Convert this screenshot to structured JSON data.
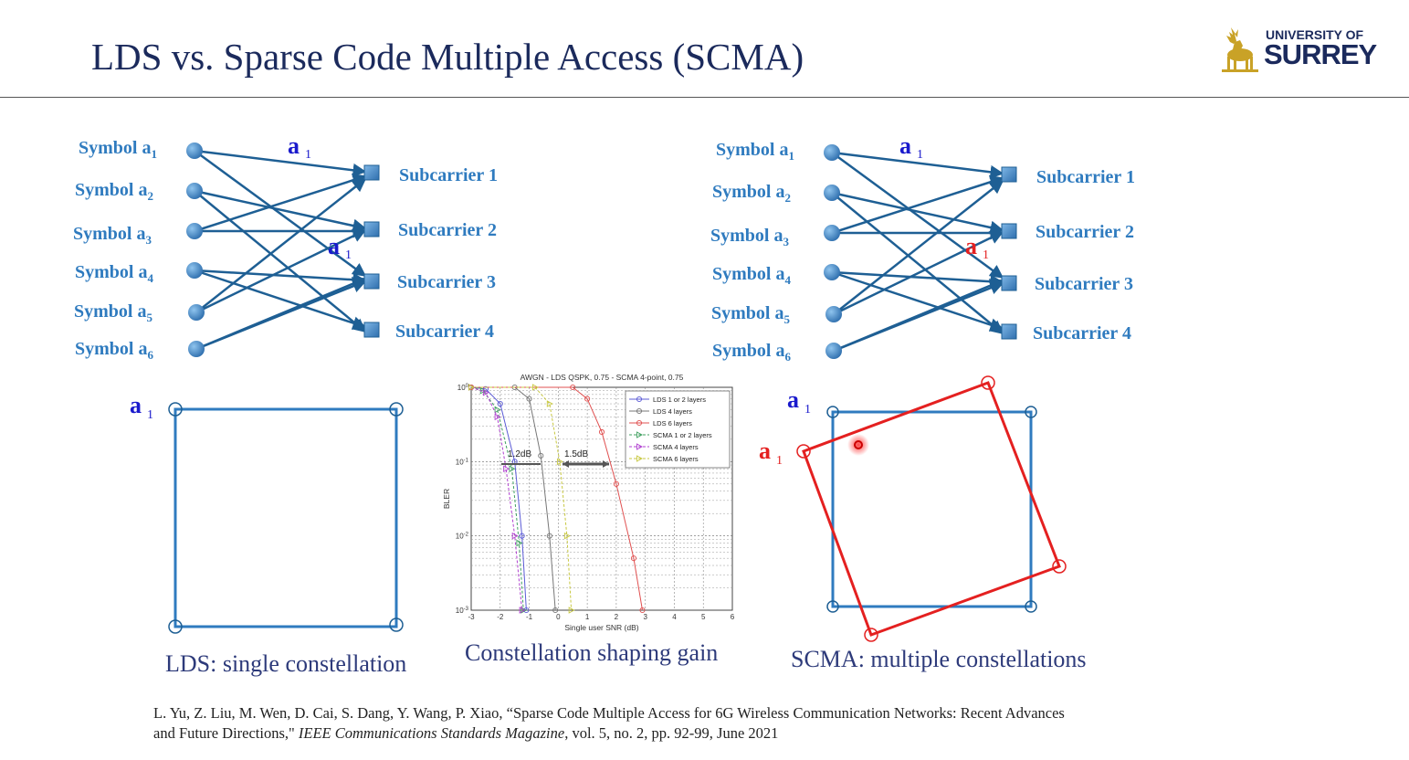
{
  "title": "LDS vs. Sparse Code Multiple Access (SCMA)",
  "logo": {
    "line1": "UNIVERSITY OF",
    "line2": "SURREY",
    "icon": "stag-icon",
    "color": "#c9a227"
  },
  "graph_left": {
    "symbol_prefix": "Symbol a",
    "symbols": [
      "1",
      "2",
      "3",
      "4",
      "5",
      "6"
    ],
    "subcarriers": [
      "Subcarrier 1",
      "Subcarrier 2",
      "Subcarrier 3",
      "Subcarrier 4"
    ],
    "label_a": "a",
    "label_sub": "1"
  },
  "graph_right": {
    "symbol_prefix": "Symbol a",
    "symbols": [
      "1",
      "2",
      "3",
      "4",
      "5",
      "6"
    ],
    "subcarriers": [
      "Subcarrier 1",
      "Subcarrier 2",
      "Subcarrier 3",
      "Subcarrier 4"
    ],
    "label_a": "a",
    "label_sub": "1"
  },
  "constellation_left": {
    "label_a": "a",
    "label_sub": "1"
  },
  "constellation_right": {
    "blue_a": "a",
    "blue_sub": "1",
    "red_a": "a",
    "red_sub": "1"
  },
  "chart_data": {
    "type": "line",
    "title": "AWGN - LDS QSPK, 0.75 - SCMA 4-point, 0.75",
    "xlabel": "Single user SNR (dB)",
    "ylabel": "BLER",
    "xlim": [
      -3,
      6
    ],
    "ylim": [
      0.001,
      1
    ],
    "yscale": "log",
    "xticks": [
      "-3",
      "-2",
      "-1",
      "0",
      "1",
      "2",
      "3",
      "4",
      "5",
      "6"
    ],
    "yticks": [
      "10^0",
      "10^-1",
      "10^-2",
      "10^-3"
    ],
    "grid": true,
    "legend_position": "top-right",
    "series": [
      {
        "name": "LDS 1 or 2 layers",
        "color": "#5b5bd6",
        "marker": "circle",
        "x": [
          -3,
          -2.5,
          -2,
          -1.5,
          -1.25,
          -1.1
        ],
        "y": [
          1,
          0.95,
          0.6,
          0.1,
          0.01,
          0.001
        ]
      },
      {
        "name": "LDS 4 layers",
        "color": "#777777",
        "marker": "circle",
        "x": [
          -3,
          -1.5,
          -1,
          -0.6,
          -0.3,
          -0.1
        ],
        "y": [
          1,
          1,
          0.7,
          0.12,
          0.01,
          0.001
        ]
      },
      {
        "name": "LDS 6 layers",
        "color": "#e05050",
        "marker": "circle",
        "x": [
          -3,
          0.5,
          1,
          1.5,
          2,
          2.6,
          2.9
        ],
        "y": [
          1,
          1,
          0.7,
          0.25,
          0.05,
          0.005,
          0.001
        ]
      },
      {
        "name": "SCMA 1 or 2 layers",
        "color": "#40a060",
        "marker": "triangle-right",
        "x": [
          -3,
          -2.6,
          -2.1,
          -1.6,
          -1.35,
          -1.2
        ],
        "y": [
          1,
          0.9,
          0.5,
          0.08,
          0.008,
          0.001
        ]
      },
      {
        "name": "SCMA 4 layers",
        "color": "#b040d0",
        "marker": "triangle-right",
        "x": [
          -3,
          -2.5,
          -2.1,
          -1.8,
          -1.5,
          -1.25
        ],
        "y": [
          1,
          0.85,
          0.4,
          0.08,
          0.01,
          0.001
        ]
      },
      {
        "name": "SCMA 6 layers",
        "color": "#c8c840",
        "marker": "triangle-right",
        "x": [
          -3,
          -0.8,
          -0.3,
          0.05,
          0.3,
          0.45
        ],
        "y": [
          1,
          1,
          0.6,
          0.1,
          0.01,
          0.001
        ]
      }
    ],
    "annotations": [
      "1.2dB",
      "1.5dB"
    ]
  },
  "captions": {
    "left": "LDS: single constellation",
    "middle": "Constellation shaping gain",
    "right": "SCMA: multiple constellations"
  },
  "reference": {
    "line1": "L. Yu, Z. Liu, M. Wen, D. Cai, S. Dang, Y. Wang, P. Xiao, “Sparse Code Multiple Access for 6G Wireless Communication Networks: Recent Advances",
    "line2_a": "and Future Directions,\" ",
    "line2_journal": "IEEE Communications Standards Magazine",
    "line2_b": ", vol. 5, no. 2, pp. 92-99, June 2021"
  },
  "colors": {
    "blue": "#2f7bbf",
    "dark_blue": "#1e5f94",
    "red": "#e42020",
    "title": "#1b2a5c"
  }
}
